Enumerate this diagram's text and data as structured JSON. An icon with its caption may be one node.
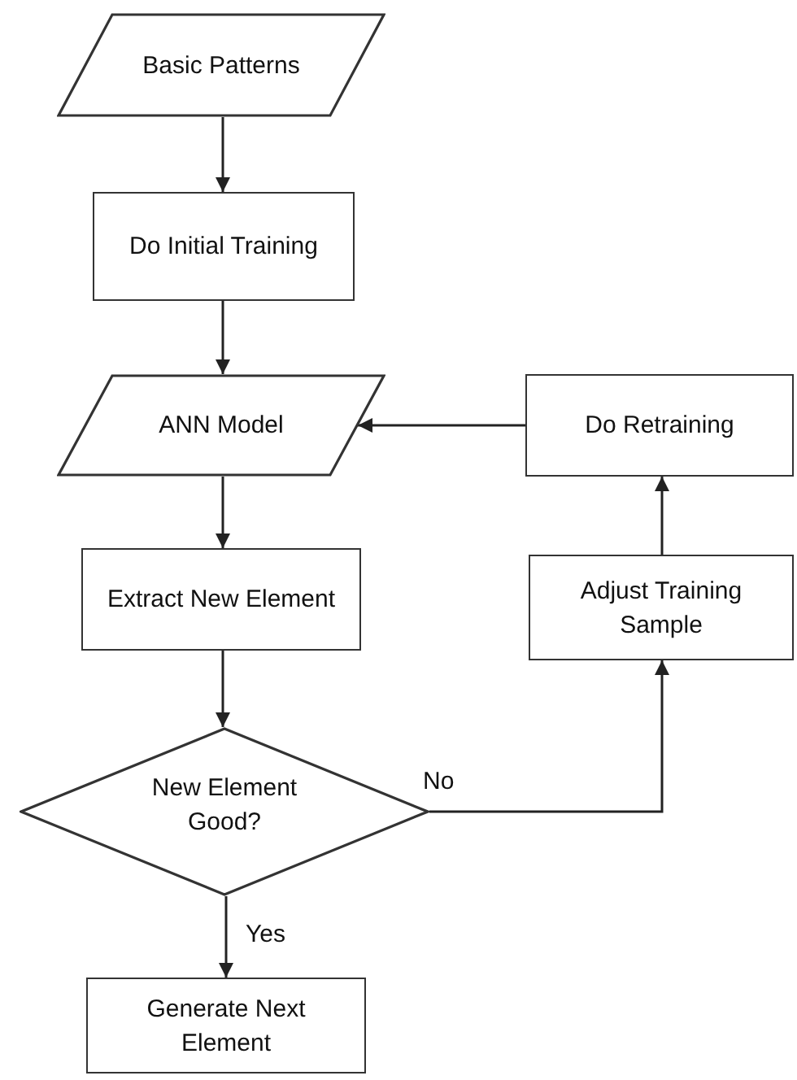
{
  "diagram": {
    "nodes": [
      {
        "text": [
          "Basic Patterns"
        ]
      },
      {
        "text": [
          "Do Initial Training"
        ]
      },
      {
        "text": [
          "ANN Model"
        ]
      },
      {
        "text": [
          "Extract New Element"
        ]
      },
      {
        "text": [
          "New Element Good?"
        ]
      },
      {
        "text": [
          "Generate Next Element"
        ]
      },
      {
        "text": [
          "Do Retraining"
        ]
      },
      {
        "text": [
          "Adjust Training Sample"
        ]
      }
    ],
    "edges": [
      {
        "from": 0,
        "to": 1,
        "arrow": "to"
      },
      {
        "from": 1,
        "to": 2,
        "arrow": "to"
      },
      {
        "from": 2,
        "to": 3,
        "arrow": "to"
      },
      {
        "from": 3,
        "to": 4,
        "arrow": "to"
      },
      {
        "from": 4,
        "to": 5,
        "arrow": "to",
        "label": "Yes"
      },
      {
        "from": 4,
        "to": 7,
        "arrow": "to",
        "label": "No"
      },
      {
        "from": 7,
        "to": 6,
        "arrow": "to"
      },
      {
        "from": 6,
        "to": 2,
        "arrow": "to"
      }
    ]
  }
}
